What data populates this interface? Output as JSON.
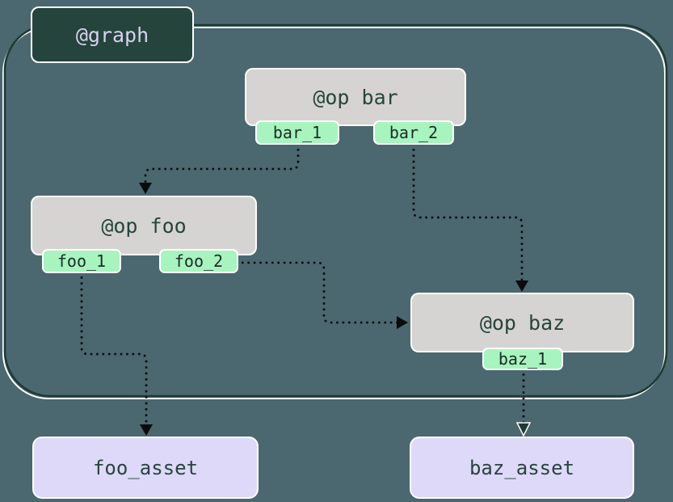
{
  "graph": {
    "label": "@graph"
  },
  "nodes": [
    {
      "id": "bar",
      "title": "@op bar",
      "outputs": [
        "bar_1",
        "bar_2"
      ]
    },
    {
      "id": "foo",
      "title": "@op foo",
      "outputs": [
        "foo_1",
        "foo_2"
      ]
    },
    {
      "id": "baz",
      "title": "@op baz",
      "outputs": [
        "baz_1"
      ]
    }
  ],
  "assets": [
    {
      "label": "foo_asset"
    },
    {
      "label": "baz_asset"
    }
  ],
  "edges": [
    {
      "from": "bar.bar_1",
      "to": "op foo"
    },
    {
      "from": "bar.bar_2",
      "to": "op baz"
    },
    {
      "from": "foo.foo_2",
      "to": "op baz"
    },
    {
      "from": "foo.foo_1",
      "to": "foo_asset"
    },
    {
      "from": "baz.baz_1",
      "to": "baz_asset"
    }
  ],
  "colors": {
    "background": "#4b6770",
    "graph_label_bg": "#25443c",
    "graph_label_text": "#d7d1f0",
    "graph_border": "#1d3b34",
    "graph_border_highlight": "#ffffff",
    "op_node_bg": "#d6d4d2",
    "op_node_text": "#28443e",
    "output_tab_bg": "#a7f4be",
    "output_tab_text": "#1c2b28",
    "asset_bg": "#ded9f8",
    "asset_text": "#28443e",
    "edge": "#0b0b0b"
  }
}
